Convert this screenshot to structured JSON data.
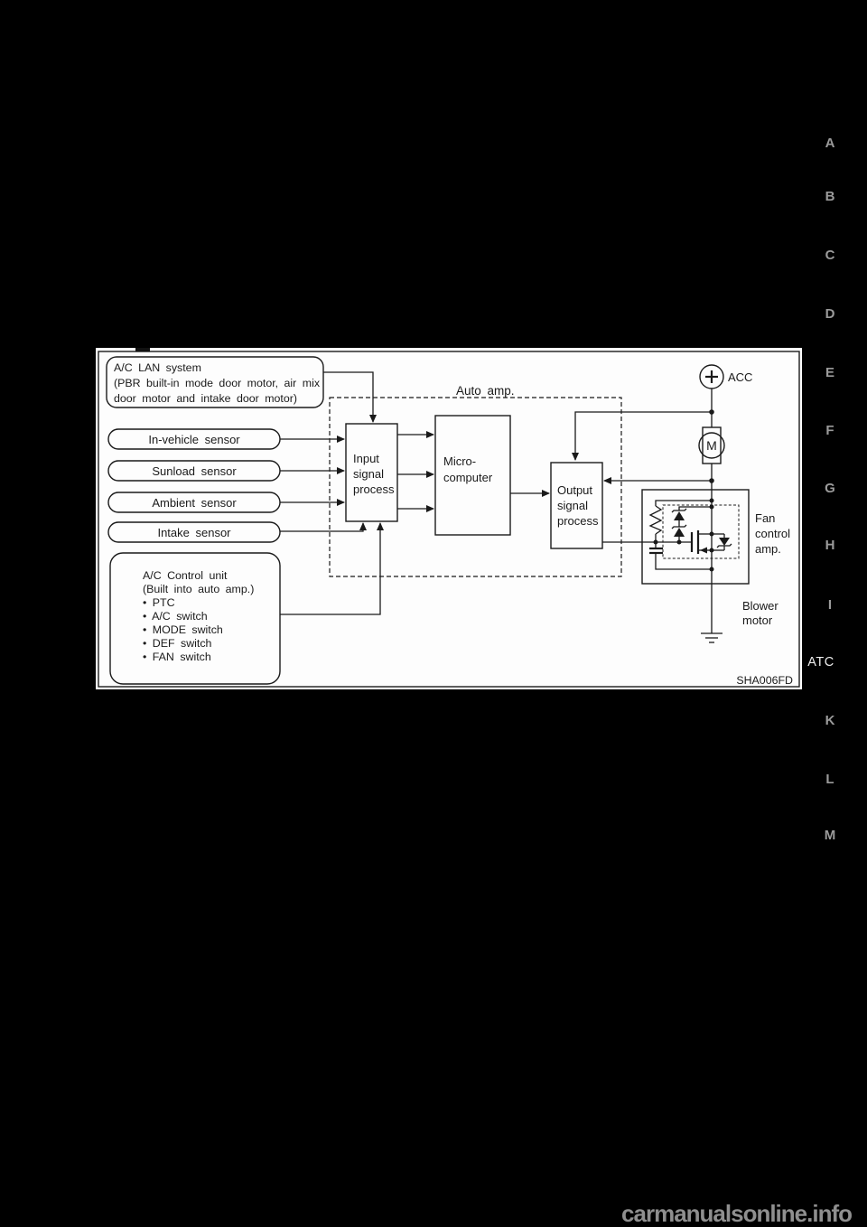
{
  "page": {
    "background_color": "#000000",
    "paper_color": "#fdfdfd",
    "line_color": "#1a1a1a"
  },
  "sidebar": {
    "letters": [
      "A",
      "B",
      "C",
      "D",
      "E",
      "F",
      "G",
      "H",
      "I",
      "K",
      "L",
      "M"
    ],
    "section_label": "ATC",
    "letter_color": "#9b9b9b",
    "section_color": "#ededed"
  },
  "watermark": {
    "text": "carmanualsonline.info",
    "color": "#8f8f8f"
  },
  "diagram": {
    "figure_code": "SHA006FD",
    "lan_box_lines": [
      "A/C LAN system",
      "(PBR built-in mode door motor, air mix",
      "door motor and intake door motor)"
    ],
    "sensors": [
      "In-vehicle sensor",
      "Sunload sensor",
      "Ambient sensor",
      "Intake sensor"
    ],
    "input_box_lines": [
      "Input",
      "signal",
      "process"
    ],
    "micro_box_lines": [
      "Micro-",
      "computer"
    ],
    "output_box_lines": [
      "Output",
      "signal",
      "process"
    ],
    "auto_amp_label": "Auto amp.",
    "acc_label": "ACC",
    "motor_symbol": "M",
    "fan_amp_lines": [
      "Fan",
      "control",
      "amp."
    ],
    "blower_lines": [
      "Blower",
      "motor"
    ],
    "control_unit_lines": [
      "A/C Control unit",
      "(Built into auto amp.)",
      "• PTC",
      "• A/C switch",
      "• MODE switch",
      "• DEF switch",
      "• FAN switch"
    ]
  }
}
